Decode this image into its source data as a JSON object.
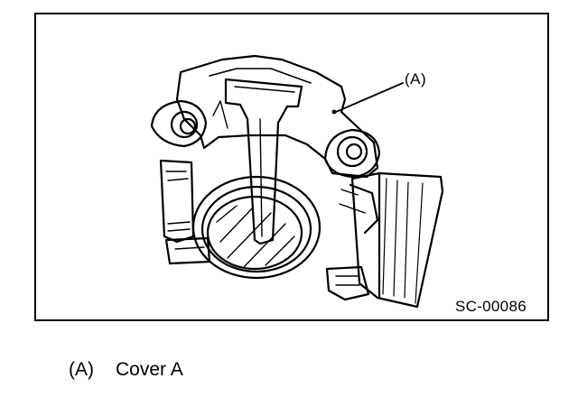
{
  "figure": {
    "callout": "(A)",
    "code": "SC-00086"
  },
  "legend": {
    "key": "(A)",
    "text": "Cover A"
  }
}
